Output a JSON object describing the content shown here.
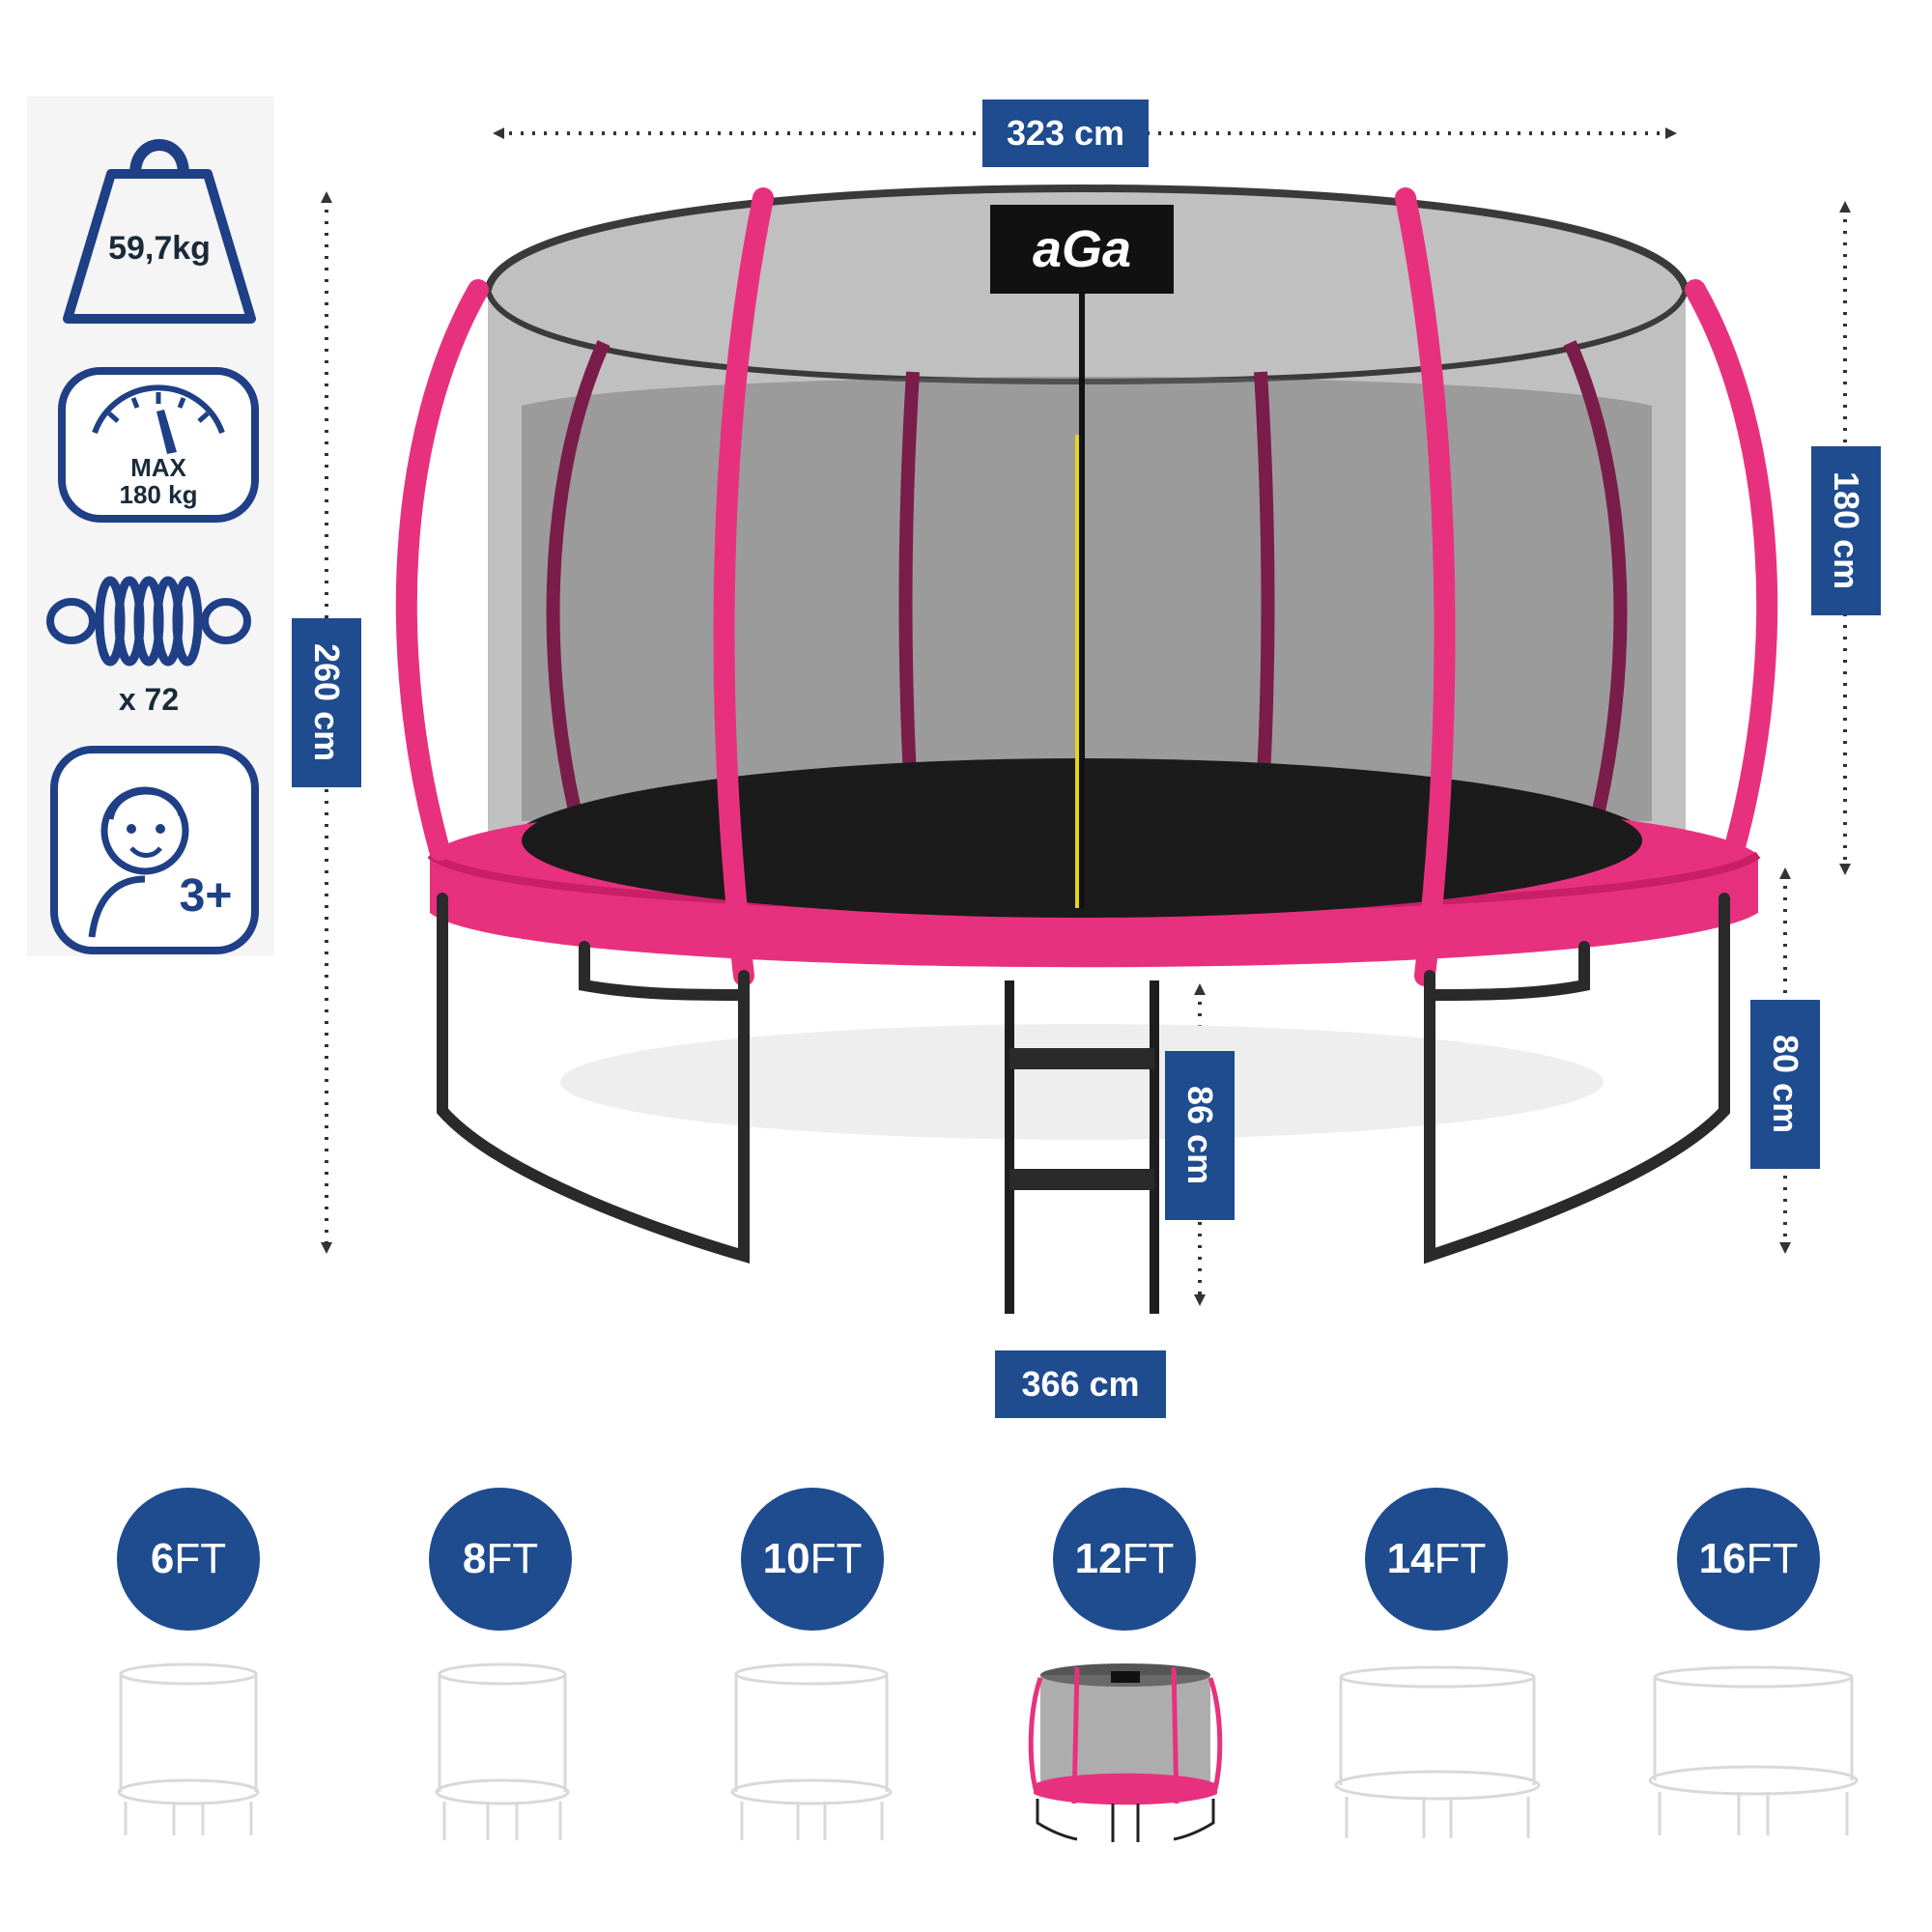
{
  "dimensions": {
    "top_width": "323 cm",
    "bottom_width": "366 cm",
    "total_height": "260 cm",
    "net_height": "180 cm",
    "frame_height": "80 cm",
    "ladder_height": "86 cm"
  },
  "brand": "aGa",
  "specs": {
    "weight": "59,7kg",
    "max_load_line1": "MAX",
    "max_load_line2": "180 kg",
    "springs": "x 72",
    "age": "3+"
  },
  "sizes": [
    {
      "num": "6",
      "unit": "FT"
    },
    {
      "num": "8",
      "unit": "FT"
    },
    {
      "num": "10",
      "unit": "FT"
    },
    {
      "num": "12",
      "unit": "FT"
    },
    {
      "num": "14",
      "unit": "FT"
    },
    {
      "num": "16",
      "unit": "FT"
    }
  ],
  "colors": {
    "label_blue": "#1f4b8f",
    "frame_pink": "#e8317e",
    "net_dark": "#2b2b2b"
  }
}
